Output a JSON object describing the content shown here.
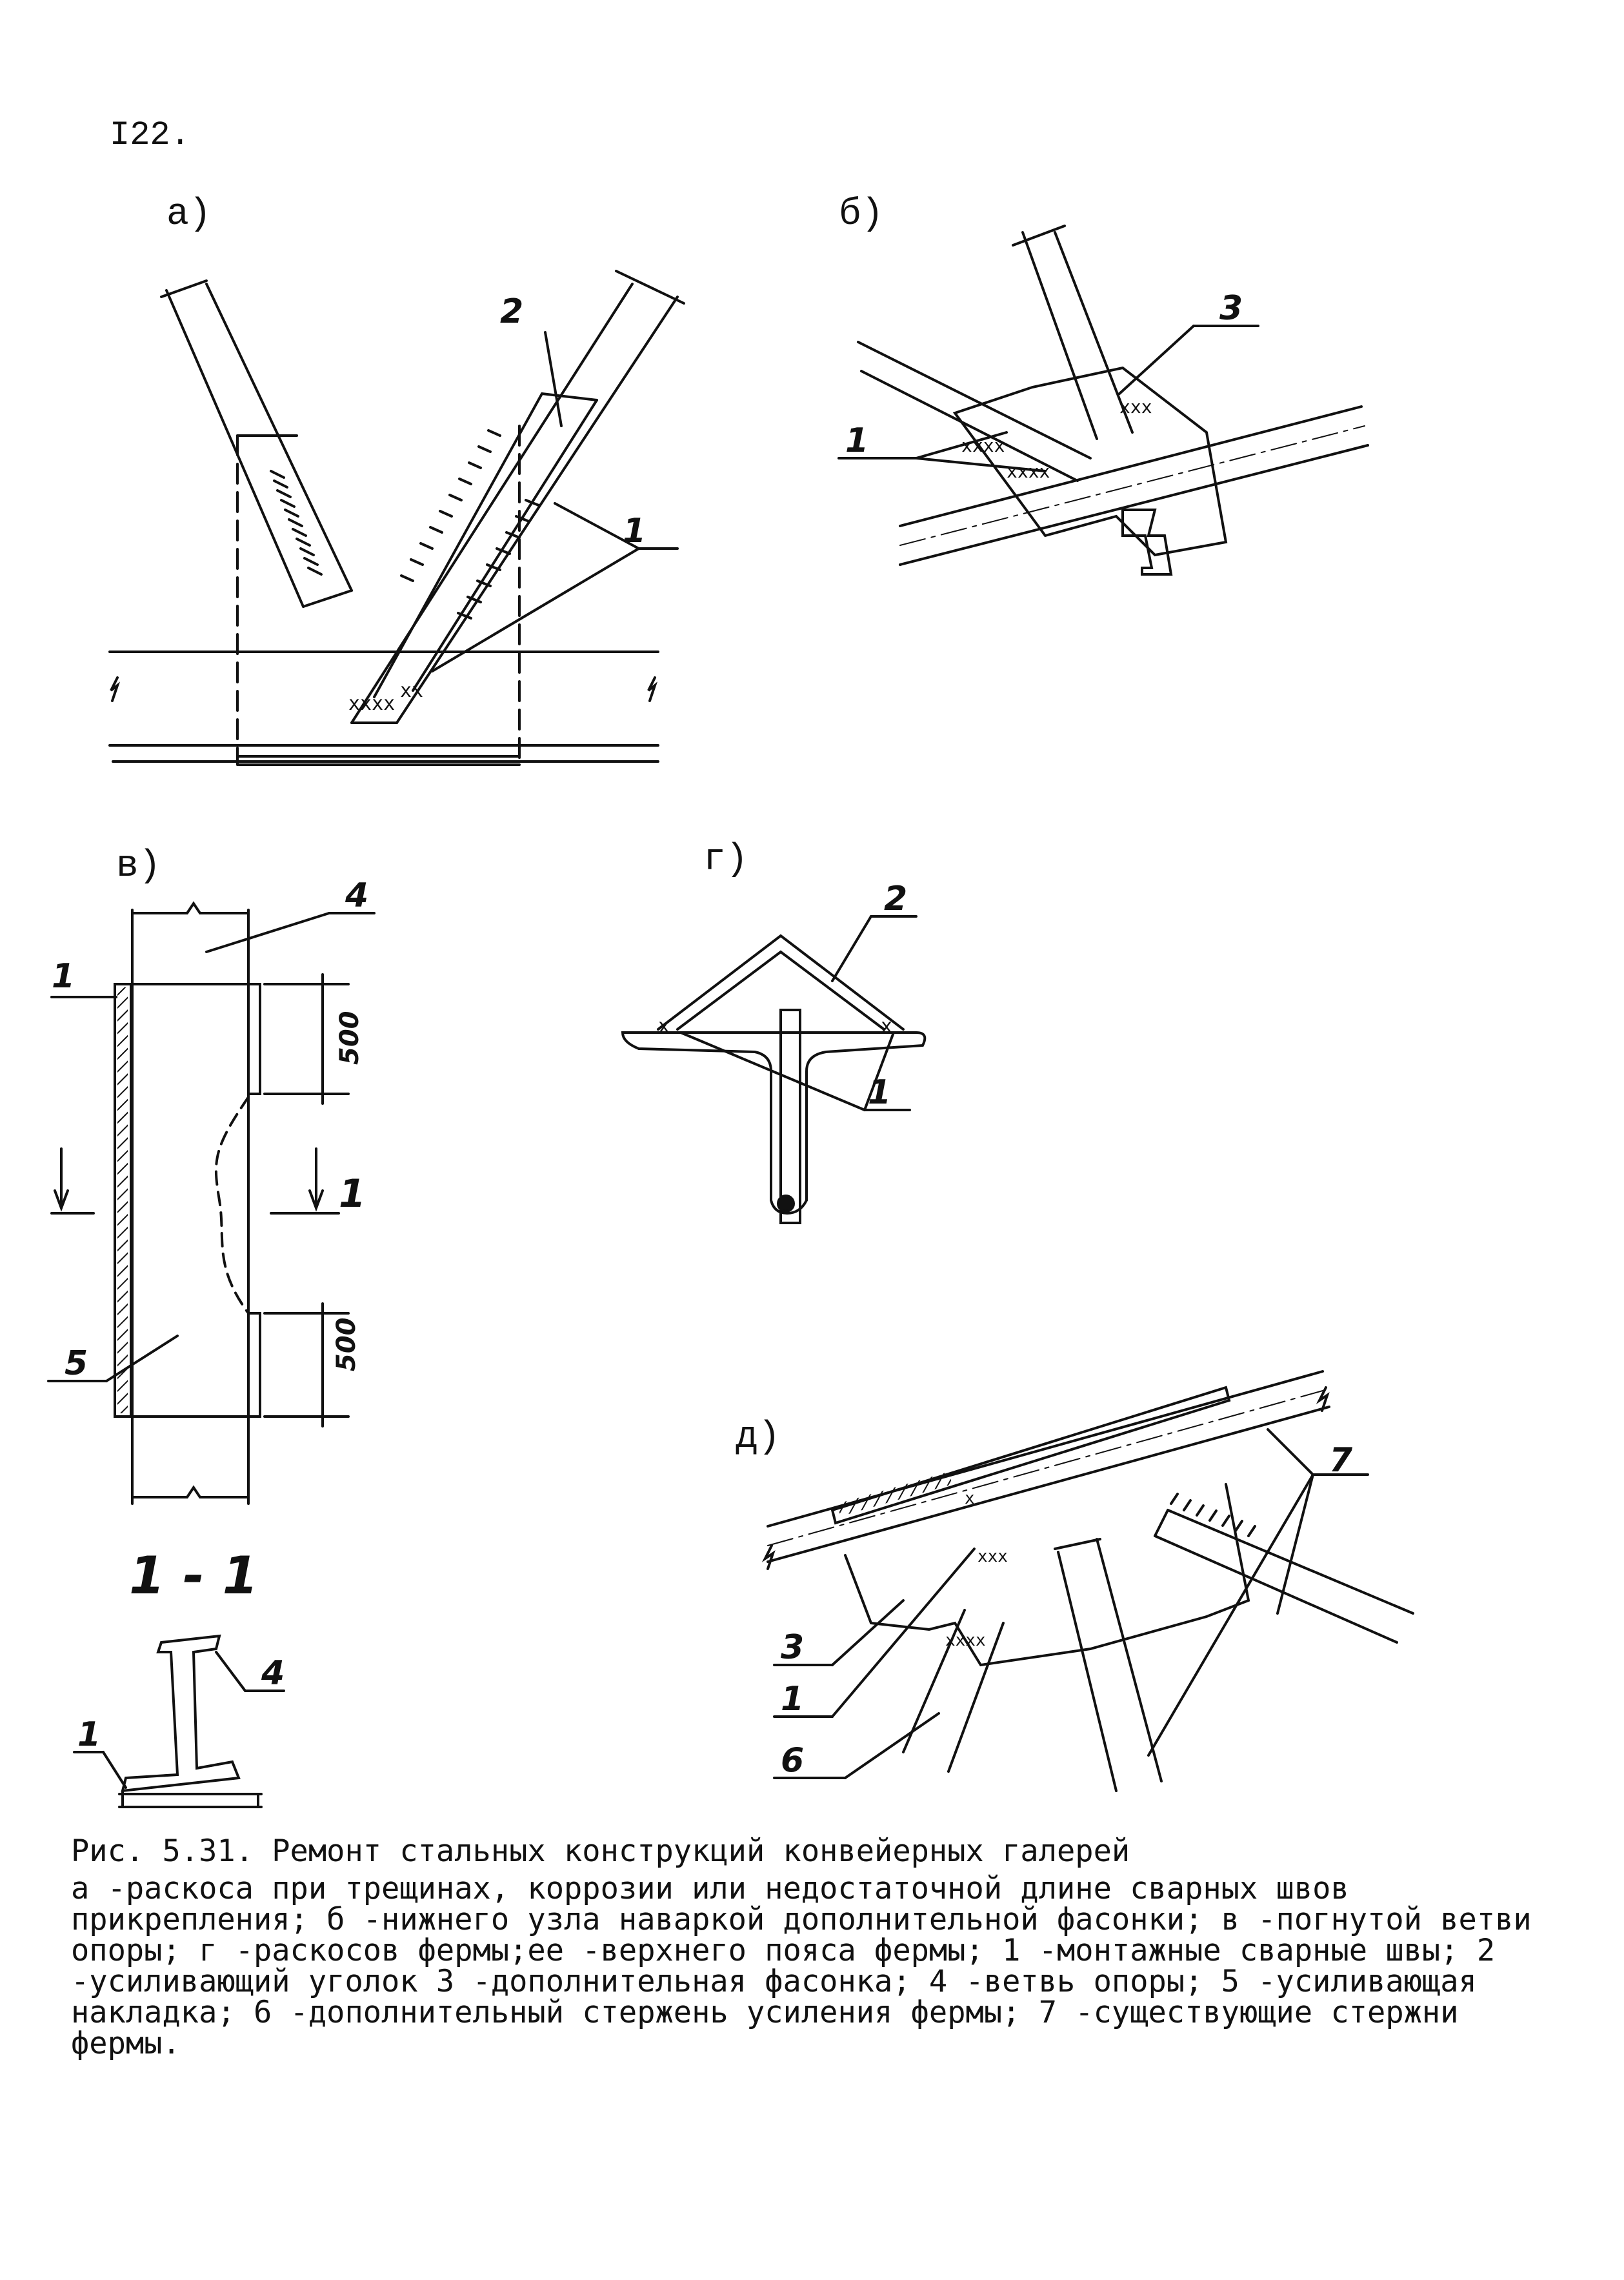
{
  "page_number": "I22.",
  "panels": {
    "a": {
      "label": "а)",
      "callouts": [
        "2",
        "1"
      ]
    },
    "b": {
      "label": "б)",
      "callouts": [
        "3",
        "1"
      ]
    },
    "v": {
      "label": "в)",
      "callouts": [
        "4",
        "1",
        "5"
      ],
      "dims": [
        "500",
        "500"
      ],
      "section_mark": "1"
    },
    "g": {
      "label": "г)",
      "callouts": [
        "2",
        "1"
      ]
    },
    "d": {
      "label": "д)",
      "callouts": [
        "7",
        "3",
        "1",
        "6"
      ]
    },
    "section": {
      "label": "1 - 1",
      "callouts": [
        "4",
        "1"
      ]
    }
  },
  "caption": {
    "title": "Рис. 5.31. Ремонт стальных конструкций конвейерных галерей",
    "body": "а -раскоса при трещинах, коррозии или недостаточной длине сварных швов прикрепления; б -нижнего узла наваркой дополнительной фасонки; в -погнутой ветви опоры; г -раскосов фермы;ее -верхнего пояса фермы; 1 -монтажные сварные швы; 2 -усиливающий уголок 3 -дополнительная фасонка; 4 -ветвь опоры; 5 -усиливающая накладка; 6 -дополнительный стержень усиления фермы; 7 -существующие стержни фермы."
  }
}
